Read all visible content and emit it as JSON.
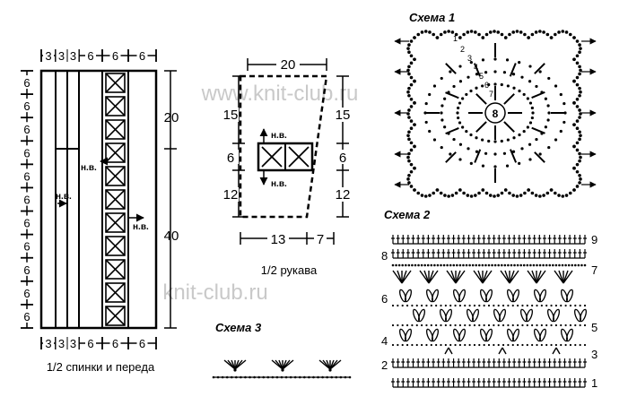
{
  "watermark": {
    "top": "www.knit-club.ru",
    "bottom": "knit-club.ru",
    "color": "#c9c9c9"
  },
  "body_panel": {
    "caption": "1/2 спинки и переда",
    "top_dims": [
      "3",
      "3",
      "3",
      "6",
      "6",
      "6"
    ],
    "bottom_dims": [
      "3",
      "3",
      "3",
      "6",
      "6",
      "6"
    ],
    "left_dims": [
      "6",
      "6",
      "6",
      "6",
      "6",
      "6",
      "6",
      "6",
      "6",
      "6",
      "6"
    ],
    "right_dims": [
      "20",
      "40"
    ],
    "marks": [
      "н.в.",
      "н.в.",
      "н.в."
    ]
  },
  "sleeve": {
    "caption": "1/2 рукава",
    "top_dim": "20",
    "left_dims": [
      "15",
      "6",
      "12"
    ],
    "right_dims": [
      "15",
      "6",
      "12"
    ],
    "bottom_dims": [
      "13",
      "7"
    ],
    "marks": [
      "н.в.",
      "н.в."
    ]
  },
  "scheme1": {
    "title": "Схема 1",
    "center_label": "8",
    "labels": [
      "1",
      "2",
      "3",
      "4",
      "5",
      "6",
      "7"
    ]
  },
  "scheme2": {
    "title": "Схема 2",
    "left_rows": [
      "8",
      "6",
      "4",
      "2"
    ],
    "right_rows": [
      "9",
      "7",
      "5",
      "3",
      "1"
    ]
  },
  "scheme3": {
    "title": "Схема 3"
  }
}
